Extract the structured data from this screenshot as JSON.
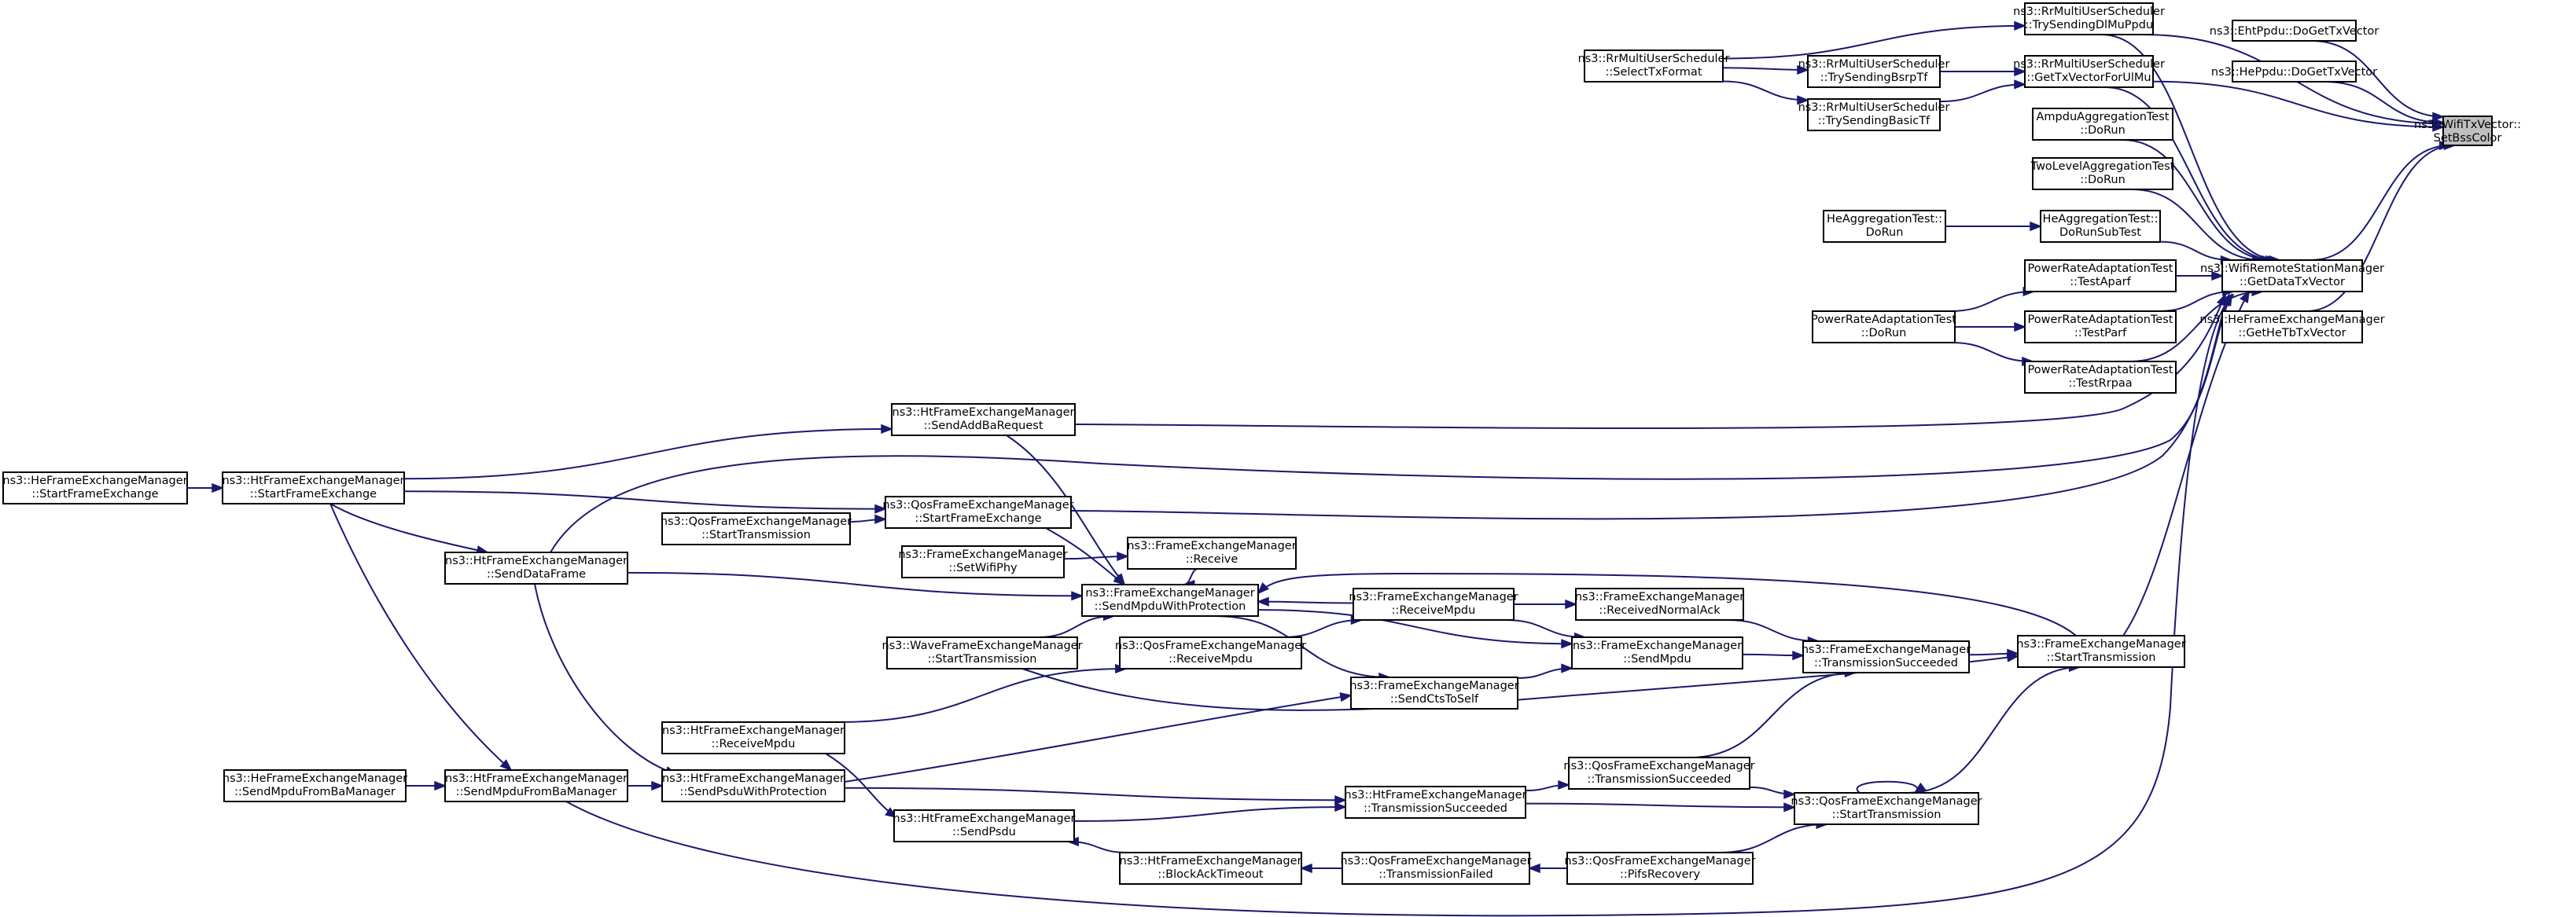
{
  "graph": {
    "root": "ns3::WifiTxVector::SetBssColor",
    "edge_color": "#191970",
    "root_fill": "#bfbfbf",
    "nodes": [
      {
        "id": "n0",
        "lines": [
          "ns3::WifiTxVector::",
          "SetBssColor"
        ],
        "root": true
      },
      {
        "id": "n1",
        "lines": [
          "ns3::EhtPpdu::DoGetTxVector"
        ]
      },
      {
        "id": "n2",
        "lines": [
          "ns3::HePpdu::DoGetTxVector"
        ]
      },
      {
        "id": "n3",
        "lines": [
          "ns3::RrMultiUserScheduler",
          "::TrySendingDlMuPpdu"
        ]
      },
      {
        "id": "n4",
        "lines": [
          "ns3::RrMultiUserScheduler",
          "::GetTxVectorForUlMu"
        ]
      },
      {
        "id": "n5",
        "lines": [
          "ns3::WifiRemoteStationManager",
          "::GetDataTxVector"
        ]
      },
      {
        "id": "n6",
        "lines": [
          "ns3::HeFrameExchangeManager",
          "::GetHeTbTxVector"
        ]
      },
      {
        "id": "n7",
        "lines": [
          "ns3::RrMultiUserScheduler",
          "::SelectTxFormat"
        ]
      },
      {
        "id": "n8",
        "lines": [
          "ns3::RrMultiUserScheduler",
          "::TrySendingBsrpTf"
        ]
      },
      {
        "id": "n9",
        "lines": [
          "ns3::RrMultiUserScheduler",
          "::TrySendingBasicTf"
        ]
      },
      {
        "id": "n10",
        "lines": [
          "AmpduAggregationTest",
          "::DoRun"
        ]
      },
      {
        "id": "n11",
        "lines": [
          "TwoLevelAggregationTest",
          "::DoRun"
        ]
      },
      {
        "id": "n12",
        "lines": [
          "HeAggregationTest::",
          "DoRunSubTest"
        ]
      },
      {
        "id": "n13",
        "lines": [
          "HeAggregationTest::",
          "DoRun"
        ]
      },
      {
        "id": "n14",
        "lines": [
          "PowerRateAdaptationTest",
          "::TestAparf"
        ]
      },
      {
        "id": "n15",
        "lines": [
          "PowerRateAdaptationTest",
          "::TestParf"
        ]
      },
      {
        "id": "n16",
        "lines": [
          "PowerRateAdaptationTest",
          "::TestRrpaa"
        ]
      },
      {
        "id": "n17",
        "lines": [
          "PowerRateAdaptationTest",
          "::DoRun"
        ]
      },
      {
        "id": "n18",
        "lines": [
          "ns3::HtFrameExchangeManager",
          "::SendAddBaRequest"
        ]
      },
      {
        "id": "n19",
        "lines": [
          "ns3::HeFrameExchangeManager",
          "::StartFrameExchange"
        ]
      },
      {
        "id": "n20",
        "lines": [
          "ns3::HtFrameExchangeManager",
          "::StartFrameExchange"
        ]
      },
      {
        "id": "n21",
        "lines": [
          "ns3::QosFrameExchangeManager",
          "::StartFrameExchange"
        ]
      },
      {
        "id": "n22",
        "lines": [
          "ns3::QosFrameExchangeManager",
          "::StartTransmission"
        ]
      },
      {
        "id": "n23",
        "lines": [
          "ns3::HtFrameExchangeManager",
          "::SendDataFrame"
        ]
      },
      {
        "id": "n24",
        "lines": [
          "ns3::FrameExchangeManager",
          "::Receive"
        ]
      },
      {
        "id": "n25",
        "lines": [
          "ns3::FrameExchangeManager",
          "::SetWifiPhy"
        ]
      },
      {
        "id": "n26",
        "lines": [
          "ns3::FrameExchangeManager",
          "::SendMpduWithProtection"
        ]
      },
      {
        "id": "n27",
        "lines": [
          "ns3::FrameExchangeManager",
          "::ReceiveMpdu"
        ]
      },
      {
        "id": "n28",
        "lines": [
          "ns3::FrameExchangeManager",
          "::ReceivedNormalAck"
        ]
      },
      {
        "id": "n29",
        "lines": [
          "ns3::WaveFrameExchangeManager",
          "::StartTransmission"
        ]
      },
      {
        "id": "n30",
        "lines": [
          "ns3::QosFrameExchangeManager",
          "::ReceiveMpdu"
        ]
      },
      {
        "id": "n31",
        "lines": [
          "ns3::FrameExchangeManager",
          "::SendMpdu"
        ]
      },
      {
        "id": "n32",
        "lines": [
          "ns3::FrameExchangeManager",
          "::TransmissionSucceeded"
        ]
      },
      {
        "id": "n33",
        "lines": [
          "ns3::FrameExchangeManager",
          "::StartTransmission"
        ]
      },
      {
        "id": "n34",
        "lines": [
          "ns3::FrameExchangeManager",
          "::SendCtsToSelf"
        ]
      },
      {
        "id": "n35",
        "lines": [
          "ns3::HtFrameExchangeManager",
          "::ReceiveMpdu"
        ]
      },
      {
        "id": "n36",
        "lines": [
          "ns3::HeFrameExchangeManager",
          "::SendMpduFromBaManager"
        ]
      },
      {
        "id": "n37",
        "lines": [
          "ns3::HtFrameExchangeManager",
          "::SendMpduFromBaManager"
        ]
      },
      {
        "id": "n38",
        "lines": [
          "ns3::HtFrameExchangeManager",
          "::SendPsduWithProtection"
        ]
      },
      {
        "id": "n39",
        "lines": [
          "ns3::QosFrameExchangeManager",
          "::TransmissionSucceeded"
        ]
      },
      {
        "id": "n40",
        "lines": [
          "ns3::HtFrameExchangeManager",
          "::TransmissionSucceeded"
        ]
      },
      {
        "id": "n41",
        "lines": [
          "ns3::QosFrameExchangeManager",
          "::StartTransmission"
        ]
      },
      {
        "id": "n42",
        "lines": [
          "ns3::HtFrameExchangeManager",
          "::SendPsdu"
        ]
      },
      {
        "id": "n43",
        "lines": [
          "ns3::HtFrameExchangeManager",
          "::BlockAckTimeout"
        ]
      },
      {
        "id": "n44",
        "lines": [
          "ns3::QosFrameExchangeManager",
          "::TransmissionFailed"
        ]
      },
      {
        "id": "n45",
        "lines": [
          "ns3::QosFrameExchangeManager",
          "::PifsRecovery"
        ]
      }
    ],
    "edges": [
      {
        "from": "n1",
        "to": "n0"
      },
      {
        "from": "n2",
        "to": "n0"
      },
      {
        "from": "n3",
        "to": "n0"
      },
      {
        "from": "n4",
        "to": "n0"
      },
      {
        "from": "n5",
        "to": "n0"
      },
      {
        "from": "n6",
        "to": "n0"
      },
      {
        "from": "n7",
        "to": "n3"
      },
      {
        "from": "n7",
        "to": "n8"
      },
      {
        "from": "n7",
        "to": "n9"
      },
      {
        "from": "n8",
        "to": "n4"
      },
      {
        "from": "n9",
        "to": "n4"
      },
      {
        "from": "n3",
        "to": "n5"
      },
      {
        "from": "n4",
        "to": "n5"
      },
      {
        "from": "n10",
        "to": "n5"
      },
      {
        "from": "n11",
        "to": "n5"
      },
      {
        "from": "n12",
        "to": "n5"
      },
      {
        "from": "n14",
        "to": "n5"
      },
      {
        "from": "n15",
        "to": "n5"
      },
      {
        "from": "n16",
        "to": "n5"
      },
      {
        "from": "n18",
        "to": "n5"
      },
      {
        "from": "n21",
        "to": "n5"
      },
      {
        "from": "n23",
        "to": "n5"
      },
      {
        "from": "n33",
        "to": "n5"
      },
      {
        "from": "n37",
        "to": "n5"
      },
      {
        "from": "n13",
        "to": "n12"
      },
      {
        "from": "n17",
        "to": "n14"
      },
      {
        "from": "n17",
        "to": "n15"
      },
      {
        "from": "n17",
        "to": "n16"
      },
      {
        "from": "n19",
        "to": "n20"
      },
      {
        "from": "n20",
        "to": "n18"
      },
      {
        "from": "n20",
        "to": "n21"
      },
      {
        "from": "n20",
        "to": "n23"
      },
      {
        "from": "n20",
        "to": "n37"
      },
      {
        "from": "n22",
        "to": "n21"
      },
      {
        "from": "n23",
        "to": "n26"
      },
      {
        "from": "n23",
        "to": "n38"
      },
      {
        "from": "n18",
        "to": "n26"
      },
      {
        "from": "n21",
        "to": "n26"
      },
      {
        "from": "n24",
        "to": "n26"
      },
      {
        "from": "n25",
        "to": "n24"
      },
      {
        "from": "n29",
        "to": "n26"
      },
      {
        "from": "n33",
        "to": "n26"
      },
      {
        "from": "n27",
        "to": "n26"
      },
      {
        "from": "n26",
        "to": "n31"
      },
      {
        "from": "n26",
        "to": "n34"
      },
      {
        "from": "n30",
        "to": "n27"
      },
      {
        "from": "n35",
        "to": "n30"
      },
      {
        "from": "n35",
        "to": "n42"
      },
      {
        "from": "n27",
        "to": "n28"
      },
      {
        "from": "n27",
        "to": "n31"
      },
      {
        "from": "n28",
        "to": "n32"
      },
      {
        "from": "n31",
        "to": "n32"
      },
      {
        "from": "n34",
        "to": "n31"
      },
      {
        "from": "n32",
        "to": "n33"
      },
      {
        "from": "n38",
        "to": "n34"
      },
      {
        "from": "n36",
        "to": "n37"
      },
      {
        "from": "n37",
        "to": "n38"
      },
      {
        "from": "n38",
        "to": "n40"
      },
      {
        "from": "n39",
        "to": "n32"
      },
      {
        "from": "n40",
        "to": "n39"
      },
      {
        "from": "n40",
        "to": "n41"
      },
      {
        "from": "n39",
        "to": "n41"
      },
      {
        "from": "n41",
        "to": "n41"
      },
      {
        "from": "n41",
        "to": "n33"
      },
      {
        "from": "n42",
        "to": "n40"
      },
      {
        "from": "n43",
        "to": "n42"
      },
      {
        "from": "n44",
        "to": "n43"
      },
      {
        "from": "n45",
        "to": "n44"
      },
      {
        "from": "n45",
        "to": "n41"
      },
      {
        "from": "n29",
        "to": "n33"
      }
    ]
  }
}
